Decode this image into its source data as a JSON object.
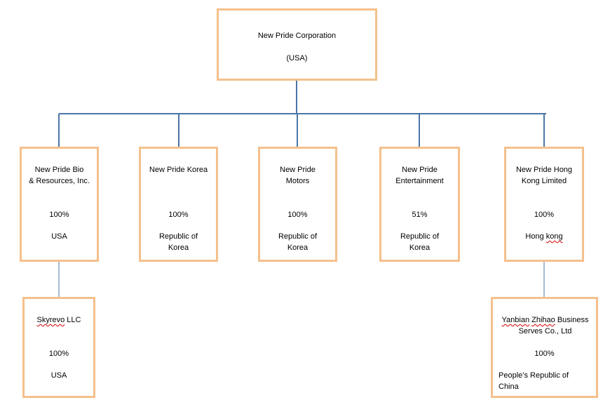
{
  "diagram": {
    "root": {
      "name": "New Pride Corporation",
      "country": "(USA)"
    },
    "subsidiaries": [
      {
        "name": "New Pride Bio\n& Resources, Inc.",
        "ownership": "100%",
        "country": "USA"
      },
      {
        "name": "New Pride Korea",
        "ownership": "100%",
        "country": "Republic of\nKorea"
      },
      {
        "name": "New Pride\nMotors",
        "ownership": "100%",
        "country": "Republic of\nKorea"
      },
      {
        "name": "New Pride\nEntertainment",
        "ownership": "51%",
        "country": "Republic of\nKorea"
      },
      {
        "name": "New Pride Hong\nKong Limited",
        "ownership": "100%",
        "country_part1": "Hong ",
        "country_part2": "kong"
      }
    ],
    "sub_subsidiaries": [
      {
        "parent": "New Pride Bio & Resources, Inc.",
        "name_part1": "Skyrevo",
        "name_part2": " LLC",
        "ownership": "100%",
        "country": "USA"
      },
      {
        "parent": "New Pride Hong Kong Limited",
        "name_part1": "Yanbian",
        "name_part2": " ",
        "name_part3": "Zhihao",
        "name_part4": " Business\nServes Co., Ltd",
        "ownership": "100%",
        "country": "People’s Republic of\nChina"
      }
    ],
    "colors": {
      "box_border": "#F5C08C",
      "connector": "#4A76A8",
      "spellcheck_underline": "#d40000"
    }
  }
}
